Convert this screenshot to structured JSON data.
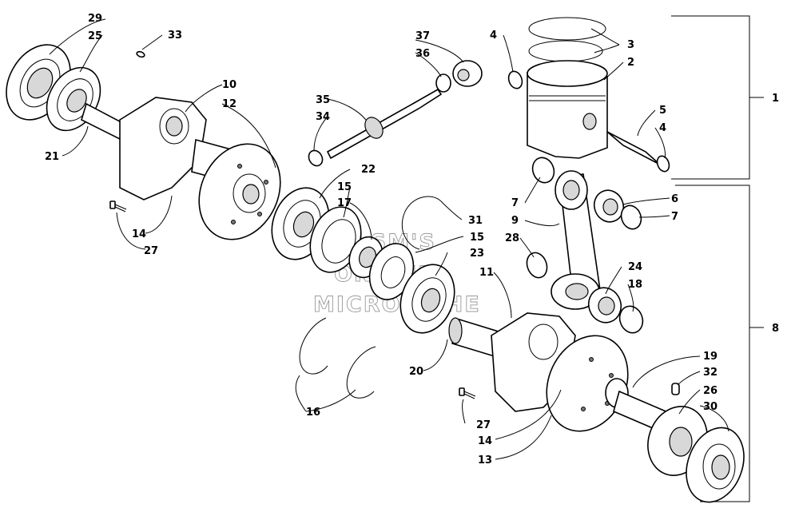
{
  "callouts": [
    {
      "text": "1"
    },
    {
      "text": "2"
    },
    {
      "text": "3"
    },
    {
      "text": "4"
    },
    {
      "text": "4"
    },
    {
      "text": "5"
    },
    {
      "text": "6"
    },
    {
      "text": "7"
    },
    {
      "text": "7"
    },
    {
      "text": "8"
    },
    {
      "text": "9"
    },
    {
      "text": "10"
    },
    {
      "text": "11"
    },
    {
      "text": "12"
    },
    {
      "text": "13"
    },
    {
      "text": "14"
    },
    {
      "text": "14"
    },
    {
      "text": "15"
    },
    {
      "text": "15"
    },
    {
      "text": "16"
    },
    {
      "text": "17"
    },
    {
      "text": "18"
    },
    {
      "text": "19"
    },
    {
      "text": "20"
    },
    {
      "text": "21"
    },
    {
      "text": "22"
    },
    {
      "text": "23"
    },
    {
      "text": "24"
    },
    {
      "text": "25"
    },
    {
      "text": "26"
    },
    {
      "text": "27"
    },
    {
      "text": "27"
    },
    {
      "text": "28"
    },
    {
      "text": "29"
    },
    {
      "text": "30"
    },
    {
      "text": "31"
    },
    {
      "text": "32"
    },
    {
      "text": "33"
    },
    {
      "text": "34"
    },
    {
      "text": "35"
    },
    {
      "text": "36"
    },
    {
      "text": "37"
    }
  ],
  "watermark": {
    "line1": "HLSM'S",
    "line2": "ONLINE",
    "line3": "MICROFICHE"
  }
}
